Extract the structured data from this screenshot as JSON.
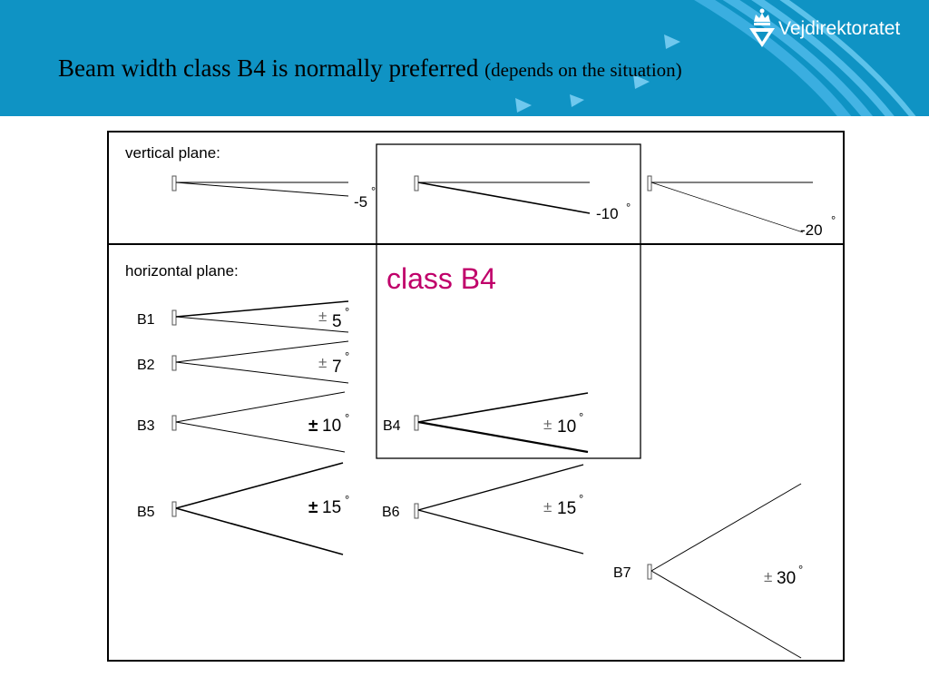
{
  "header": {
    "title_main": "Beam width class B4 is normally preferred",
    "title_sub": "(depends on the situation)",
    "brand": "Vejdirektoratet",
    "brand_icon": "crown-shield-icon"
  },
  "diagram": {
    "vertical_label": "vertical plane:",
    "horizontal_label": "horizontal plane:",
    "highlight_label": "class B4",
    "highlight_color": "#c0006a",
    "vertical_beams": [
      {
        "angle": "-5",
        "deg": "°"
      },
      {
        "angle": "-10",
        "deg": "°"
      },
      {
        "angle": "-20",
        "deg": "°"
      }
    ],
    "horizontal_beams": [
      {
        "class": "B1",
        "pm": "±",
        "angle": "5",
        "deg": "°"
      },
      {
        "class": "B2",
        "pm": "±",
        "angle": "7",
        "deg": "°"
      },
      {
        "class": "B3",
        "pm": "±",
        "angle": "10",
        "deg": "°"
      },
      {
        "class": "B4",
        "pm": "±",
        "angle": "10",
        "deg": "°"
      },
      {
        "class": "B5",
        "pm": "±",
        "angle": "15",
        "deg": "°"
      },
      {
        "class": "B6",
        "pm": "±",
        "angle": "15",
        "deg": "°"
      },
      {
        "class": "B7",
        "pm": "±",
        "angle": "30",
        "deg": "°"
      }
    ]
  }
}
